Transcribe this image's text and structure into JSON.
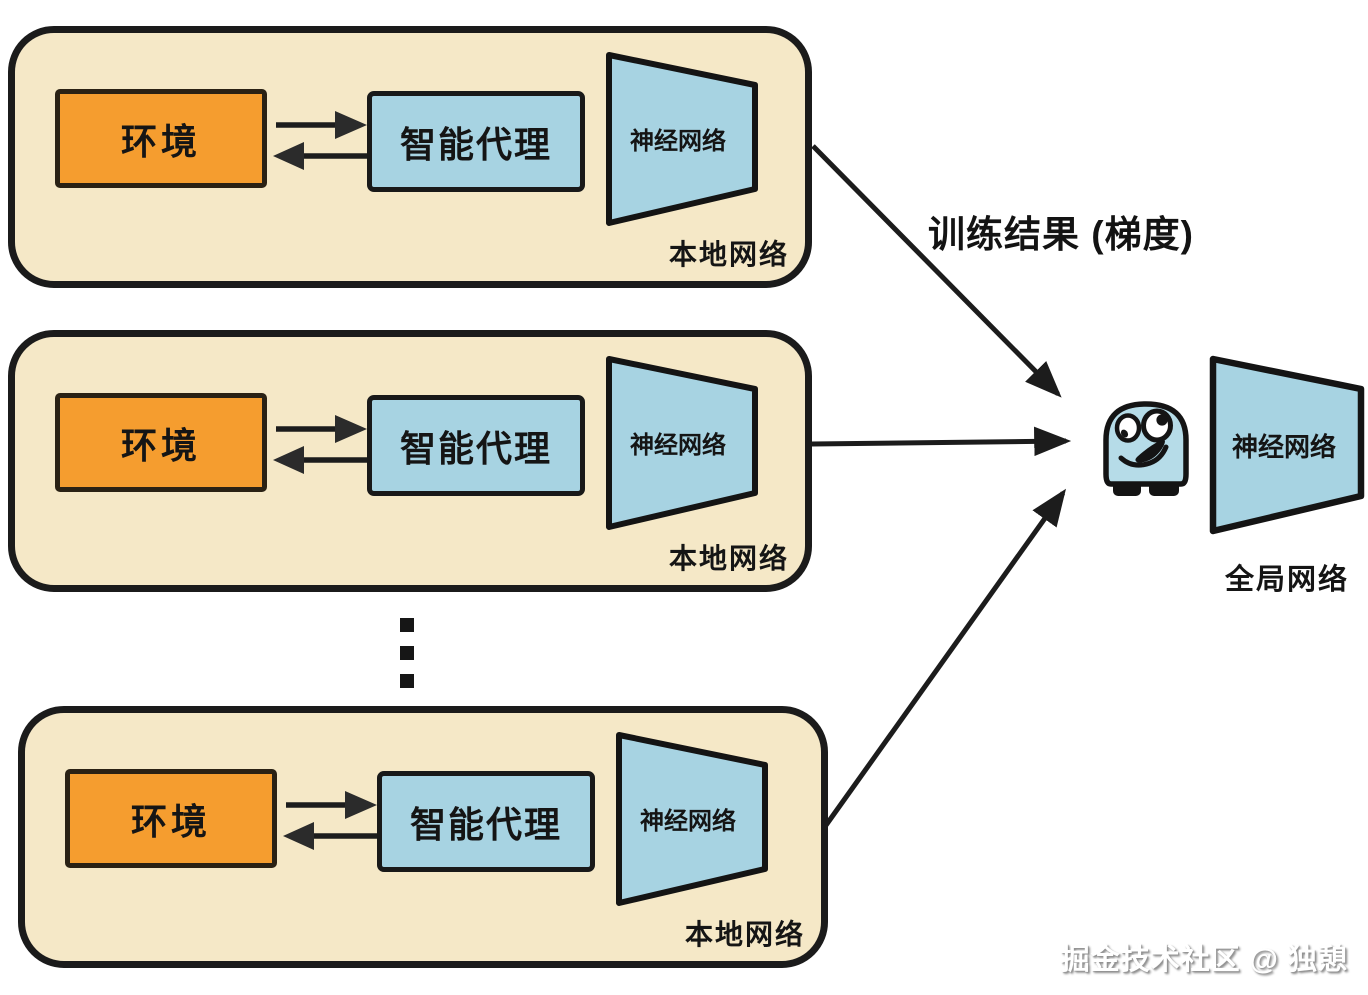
{
  "title": "训练结果 (梯度)",
  "local_networks": [
    {
      "environment": "环境",
      "agent": "智能代理",
      "neural_network": "神经网络",
      "caption": "本地网络"
    },
    {
      "environment": "环境",
      "agent": "智能代理",
      "neural_network": "神经网络",
      "caption": "本地网络"
    },
    {
      "environment": "环境",
      "agent": "智能代理",
      "neural_network": "神经网络",
      "caption": "本地网络"
    }
  ],
  "global_network": {
    "neural_network": "神经网络",
    "caption": "全局网络"
  },
  "ellipsis_dot_count": 3,
  "watermark": "掘金技术社区 @ 独憩",
  "colors": {
    "panel_fill": "#f5e8c7",
    "environment_fill": "#f59d2f",
    "agent_fill": "#a7d3e2",
    "neural_network_fill": "#a7d3e2",
    "mascot_fill": "#b6dce8",
    "outline": "#1b1b1b",
    "background": "#ffffff",
    "watermark_text": "#ffffff"
  }
}
